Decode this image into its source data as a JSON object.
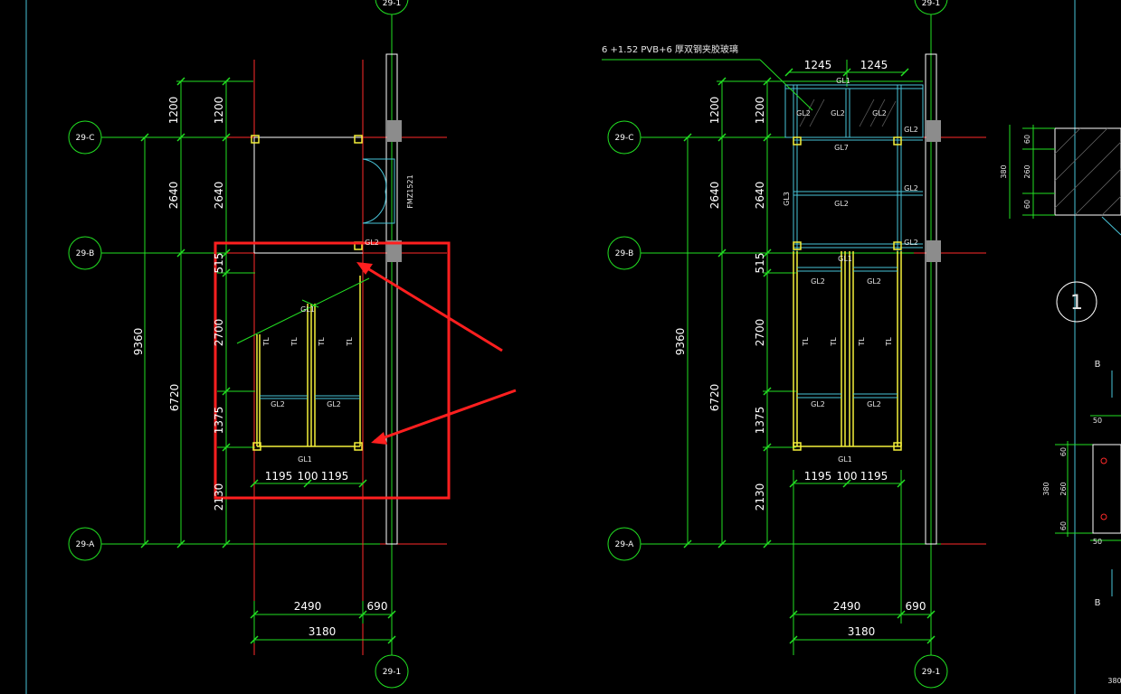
{
  "colors": {
    "background": "#000000",
    "dim": "#22e022",
    "axis": "#ff2a2a",
    "wall": "#ffffff",
    "frame_cyan": "#49c4d8",
    "frame_yellow": "#f4ef3a",
    "highlight": "#ff1f1f",
    "column_fill": "#8c8c8c"
  },
  "axes": {
    "c": "29-C",
    "b": "29-B",
    "a": "29-A",
    "one": "29-1",
    "top": "29-1"
  },
  "left_plan": {
    "dims_vertical": [
      "1200",
      "1200",
      "2640",
      "2640",
      "515",
      "2700",
      "1375",
      "2130",
      "9360",
      "6720"
    ],
    "dims_horizontal": [
      "1195",
      "100",
      "1195",
      "2490",
      "690",
      "3180"
    ],
    "door_code": "FMZ1521",
    "labels": {
      "gl2_top": "GL2",
      "tl": "TL",
      "gl2": "GL2",
      "gl1": "GL1",
      "gl1_top": "GL1"
    }
  },
  "right_plan": {
    "note": "6 +1.52 PVB+6 厚双钢夹胶玻璃",
    "dims_vertical": [
      "1200",
      "1200",
      "2640",
      "2640",
      "515",
      "2700",
      "1375",
      "2130",
      "9360",
      "6720"
    ],
    "dims_top": [
      "1245",
      "1245"
    ],
    "dims_horizontal": [
      "1195",
      "100",
      "1195",
      "2490",
      "690",
      "3180"
    ],
    "labels": {
      "gl1": "GL1",
      "gl2": "GL2",
      "gl3": "GL3",
      "gl7": "GL7",
      "tl": "TL"
    }
  },
  "detail_right": {
    "section_mark": "1",
    "dims": [
      "60",
      "260",
      "60",
      "380",
      "50",
      "50",
      "380"
    ],
    "letters": [
      "B",
      "B"
    ]
  }
}
